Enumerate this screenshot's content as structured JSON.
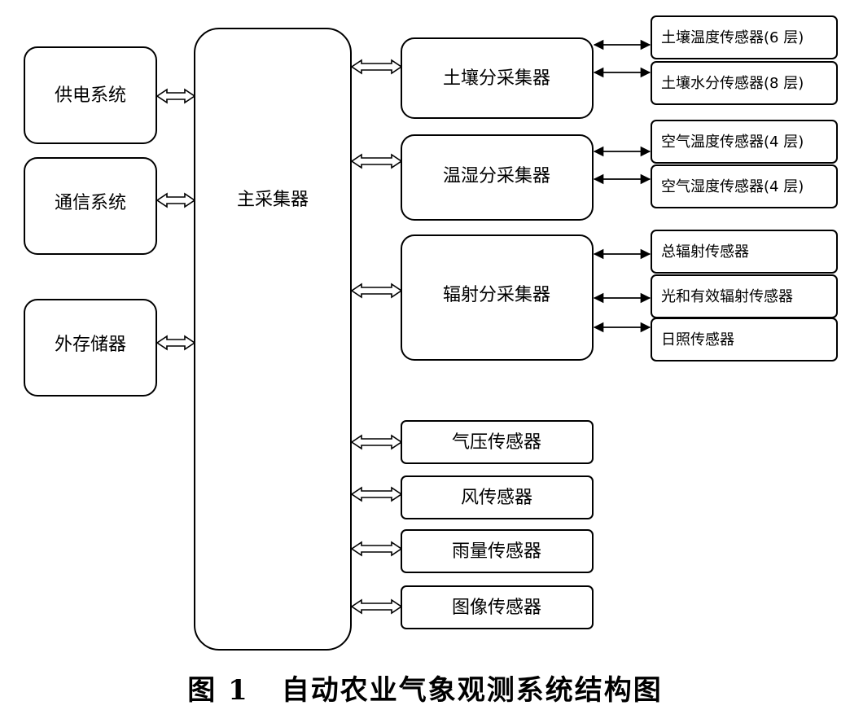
{
  "diagram": {
    "left_systems": [
      "供电系统",
      "通信系统",
      "外存储器"
    ],
    "main_collector": "主采集器",
    "sub_collectors": [
      {
        "label": "土壤分采集器",
        "sensors": [
          "土壤温度传感器(6 层)",
          "土壤水分传感器(8 层)"
        ]
      },
      {
        "label": "温湿分采集器",
        "sensors": [
          "空气温度传感器(4 层)",
          "空气湿度传感器(4 层)"
        ]
      },
      {
        "label": "辐射分采集器",
        "sensors": [
          "总辐射传感器",
          "光和有效辐射传感器",
          "日照传感器"
        ]
      }
    ],
    "direct_sensors": [
      "气压传感器",
      "风传感器",
      "雨量传感器",
      "图像传感器"
    ]
  },
  "caption": {
    "number": "图 1",
    "title": "自动农业气象观测系统结构图"
  },
  "colors": {
    "line": "#000000",
    "background": "#ffffff"
  }
}
